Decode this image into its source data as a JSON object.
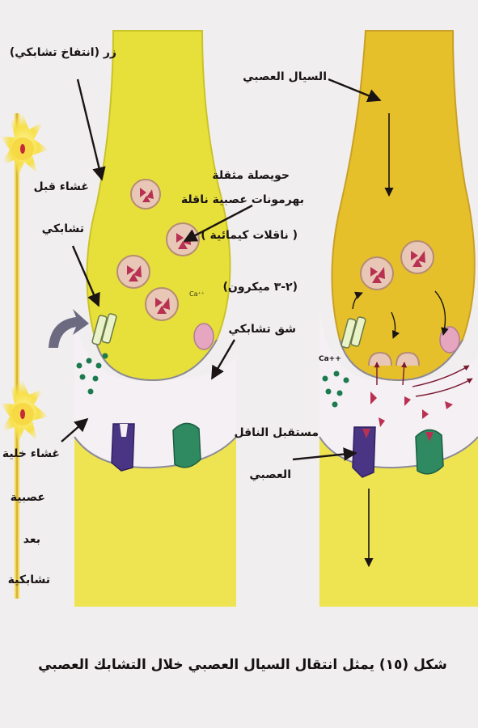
{
  "labels": {
    "button": "زر (انتفاخ تشابكي)",
    "fluid": "السيال العصبي",
    "vesicle_1": "حويصلة مثقلة",
    "vesicle_2": "بهرمونات عصبية  ناقلة",
    "vesicle_3": "( ناقلات كيمائية )",
    "presyn_1": "غشاء قبل",
    "presyn_2": "تشابكي",
    "cleft_1": "(٢-٣ ميكرون)",
    "cleft_2": "شق تشابكي",
    "receptor_1": "مستقبل الناقل",
    "receptor_2": "العصبي",
    "postsyn_1": "غشاء خلية",
    "postsyn_2": "عصبية",
    "postsyn_3": "بعد",
    "postsyn_4": "تشابكية",
    "ca_ion": "Ca++"
  },
  "caption": "شكل (١٥) يمثل انتقال السيال العصبي خلال التشابك العصبي",
  "colors": {
    "terminal": "#e8e03a",
    "terminal_active": "#e6c02a",
    "background_yellow": "#f0e858",
    "vesicle": "#e9c7b6",
    "transmitter": "#b83152",
    "receptor_purple": "#4a3585",
    "receptor_green": "#2f8a62",
    "calcium_dots": "#1d7a4f",
    "channel": "#eaf2c8",
    "pink_pump": "#e6a6c0",
    "neuron_glow": "#f7e04a",
    "neuron_core": "#c8283a"
  }
}
